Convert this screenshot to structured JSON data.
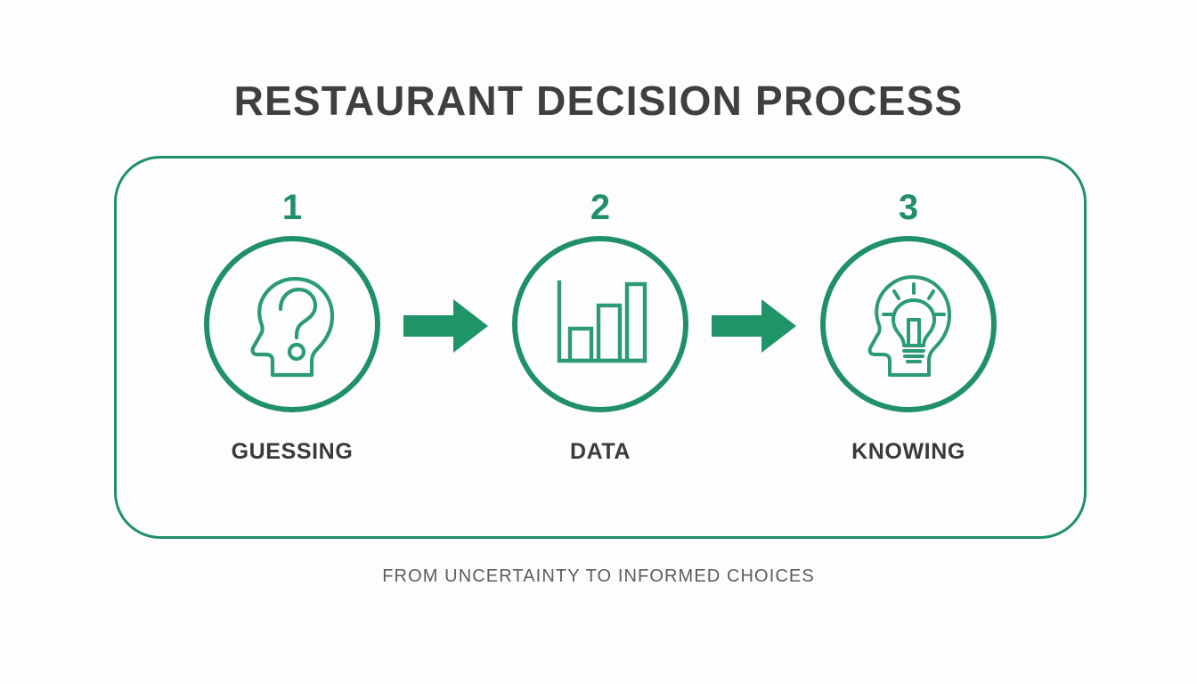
{
  "page": {
    "title": "RESTAURANT DECISION PROCESS",
    "subtitle": "FROM UNCERTAINTY TO INFORMED CHOICES",
    "background_color": "#fdfdfd",
    "accent_color": "#20906a",
    "arrow_color": "#1f9468",
    "title_color": "#3f3f41",
    "label_color": "#3a3a3c",
    "subtitle_color": "#5c5c5e"
  },
  "diagram": {
    "type": "process-flow",
    "steps": [
      {
        "number": "1",
        "label": "GUESSING",
        "icon": "head-question-mark-icon"
      },
      {
        "number": "2",
        "label": "DATA",
        "icon": "bar-chart-icon"
      },
      {
        "number": "3",
        "label": "KNOWING",
        "icon": "head-lightbulb-icon"
      }
    ],
    "connectors": [
      {
        "icon": "arrow-right-icon"
      },
      {
        "icon": "arrow-right-icon"
      }
    ]
  }
}
